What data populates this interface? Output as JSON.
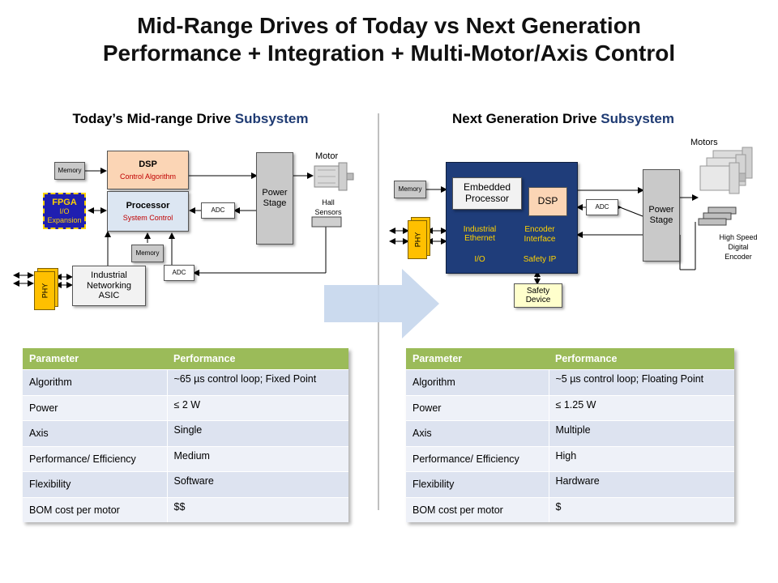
{
  "title": {
    "line1": "Mid-Range Drives of Today vs Next Generation",
    "line2": "Performance + Integration + Multi-Motor/Axis Control"
  },
  "left": {
    "heading_prefix": "Today’s Mid-range Drive",
    "heading_suffix": "Subsystem",
    "memory_top": "Memory",
    "dsp_title": "DSP",
    "dsp_sub": "Control Algorithm",
    "processor_title": "Processor",
    "processor_sub": "System Control",
    "fpga_title": "FPGA",
    "fpga_line2": "I/O",
    "fpga_line3": "Expansion",
    "adc_top": "ADC",
    "power_line1": "Power",
    "power_line2": "Stage",
    "motor_label": "Motor",
    "hall_line1": "Hall",
    "hall_line2": "Sensors",
    "memory_bottom": "Memory",
    "adc_bottom": "ADC",
    "asic_line1": "Industrial",
    "asic_line2": "Networking",
    "asic_line3": "ASIC",
    "phy": "PHY"
  },
  "right": {
    "heading_prefix": "Next Generation Drive",
    "heading_suffix": "Subsystem",
    "memory": "Memory",
    "embedded_line1": "Embedded",
    "embedded_line2": "Processor",
    "dsp": "DSP",
    "eth_line1": "Industrial",
    "eth_line2": "Ethernet",
    "enc_line1": "Encoder",
    "enc_line2": "Interface",
    "io": "I/O",
    "safety_ip": "Safety IP",
    "adc": "ADC",
    "power_line1": "Power",
    "power_line2": "Stage",
    "motors_label": "Motors",
    "encoder_line1": "High Speed",
    "encoder_line2": "Digital",
    "encoder_line3": "Encoder",
    "safety_line1": "Safety",
    "safety_line2": "Device",
    "phy": "PHY"
  },
  "table_headers": [
    "Parameter",
    "Performance"
  ],
  "left_table": [
    {
      "param": "Algorithm",
      "perf": "~65 µs control loop; Fixed Point"
    },
    {
      "param": "Power",
      "perf": "≤ 2 W"
    },
    {
      "param": "Axis",
      "perf": "Single"
    },
    {
      "param": "Performance/ Efficiency",
      "perf": "Medium"
    },
    {
      "param": "Flexibility",
      "perf": "Software"
    },
    {
      "param": "BOM cost per motor",
      "perf": "$$"
    }
  ],
  "right_table": [
    {
      "param": "Algorithm",
      "perf": "~5 µs control loop; Floating Point"
    },
    {
      "param": "Power",
      "perf": "≤ 1.25 W"
    },
    {
      "param": "Axis",
      "perf": "Multiple"
    },
    {
      "param": "Performance/ Efficiency",
      "perf": "High"
    },
    {
      "param": "Flexibility",
      "perf": "Hardware"
    },
    {
      "param": "BOM cost per motor",
      "perf": "$"
    }
  ],
  "colors": {
    "title": "#111111",
    "subsystem_blue": "#1f3b73",
    "dsp_orange": "#fbd5b5",
    "processor_blue": "#dce6f2",
    "fpga_blue": "#1f1fb0",
    "soc_navy": "#1f3d7a",
    "phy_yellow": "#ffc000",
    "table_header_green": "#9bbb59",
    "table_row": "#dde3f0",
    "arrow_blue": "#c5d6ec"
  }
}
